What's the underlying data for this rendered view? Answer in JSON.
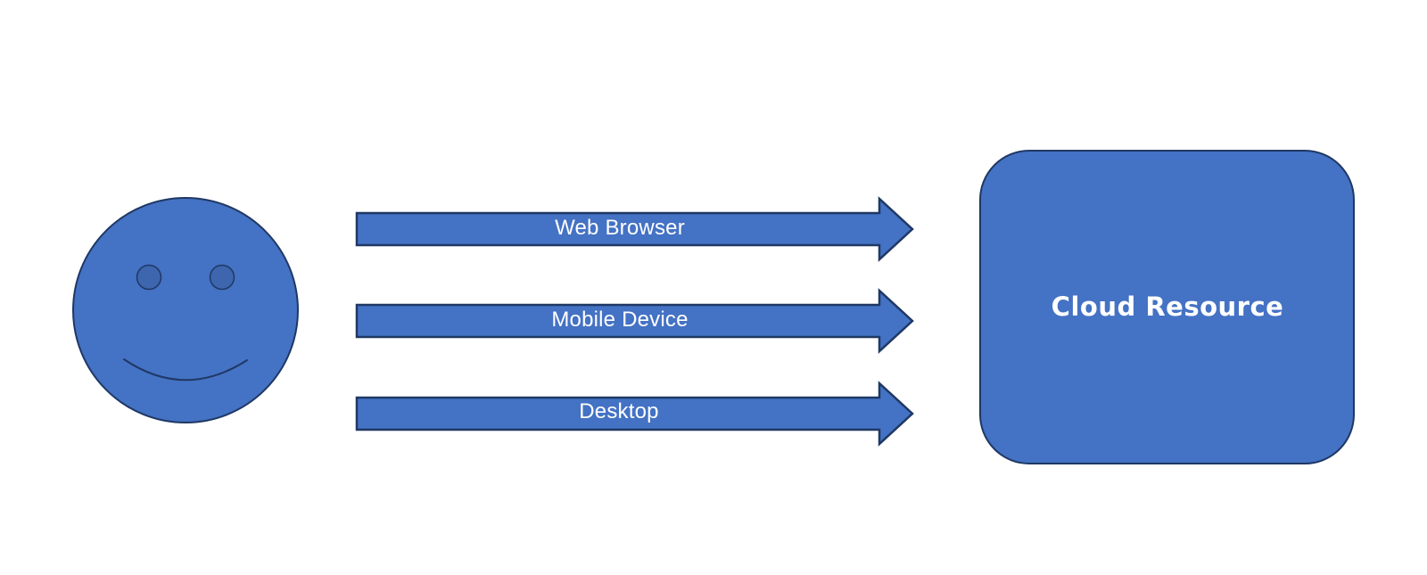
{
  "diagram": {
    "background": "#FFFFFF",
    "colors": {
      "shape_fill": "#4472C4",
      "shape_border": "#1F3864",
      "eye_fill": "#3D66AE",
      "label_text": "#FFFFFF"
    },
    "user": {
      "icon": "smiley-face-icon"
    },
    "arrows": [
      {
        "label": "Web Browser"
      },
      {
        "label": "Mobile Device"
      },
      {
        "label": "Desktop"
      }
    ],
    "cloud": {
      "label": "Cloud Resource"
    }
  }
}
